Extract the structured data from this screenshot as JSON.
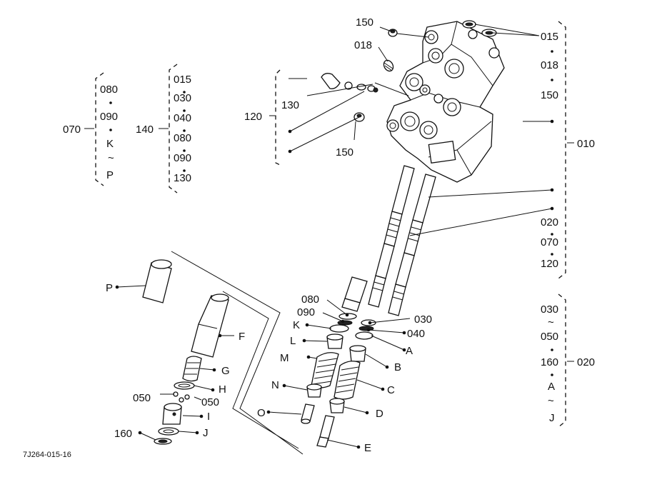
{
  "caption": "7J264-015-16",
  "group_070": {
    "main": "070",
    "items": [
      "080",
      "090",
      "K",
      "P"
    ]
  },
  "group_140": {
    "main": "140",
    "items": [
      "015",
      "030",
      "040",
      "080",
      "090",
      "130"
    ]
  },
  "group_120": {
    "main": "120"
  },
  "group_010": {
    "main": "010",
    "items": [
      "015",
      "018",
      "150",
      "020",
      "070",
      "120"
    ]
  },
  "group_020": {
    "main": "020",
    "items": [
      "030",
      "050",
      "160",
      "A",
      "J"
    ]
  },
  "tilde": "~",
  "labels": {
    "p150_top": "150",
    "p018": "018",
    "p130": "130",
    "p150_mid": "150",
    "p080": "080",
    "p090": "090",
    "p030": "030",
    "p040": "040",
    "pK": "K",
    "pL": "L",
    "pM": "M",
    "pN": "N",
    "pO": "O",
    "pA": "A",
    "pB": "B",
    "pC": "C",
    "pD": "D",
    "pE": "E",
    "pP": "P",
    "pF": "F",
    "pG": "G",
    "pH": "H",
    "pI": "I",
    "pJ": "J",
    "p050_left": "050",
    "p050_right": "050",
    "p160": "160"
  }
}
